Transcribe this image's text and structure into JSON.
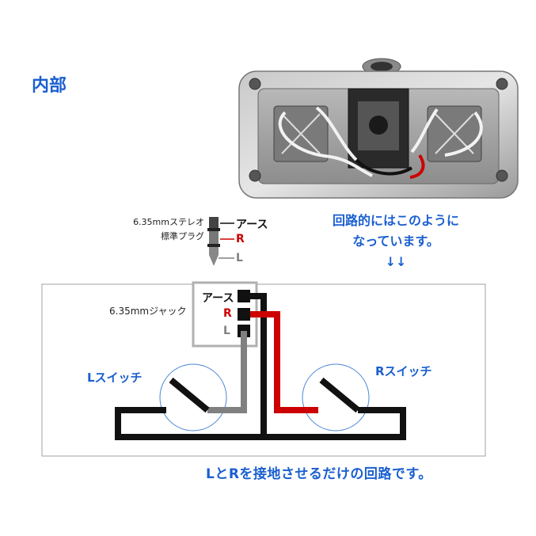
{
  "title": "内部",
  "plug": {
    "label_line1": "6.35mmステレオ",
    "label_line2": "標準プラグ",
    "terminals": [
      "アース",
      "R",
      "L"
    ]
  },
  "note": {
    "line1": "回路的にはこのように",
    "line2": "なっています。",
    "arrows": "↓↓"
  },
  "jack": {
    "label": "6.35mmジャック",
    "terminals": [
      "アース",
      "R",
      "L"
    ]
  },
  "switches": {
    "left": "Lスイッチ",
    "right": "Rスイッチ"
  },
  "footer": "LとRを接地させるだけの回路です。",
  "colors": {
    "accent": "#1a5fd0",
    "red_wire": "#cc0000",
    "gray_wire": "#808080",
    "ground_wire": "#111111"
  }
}
